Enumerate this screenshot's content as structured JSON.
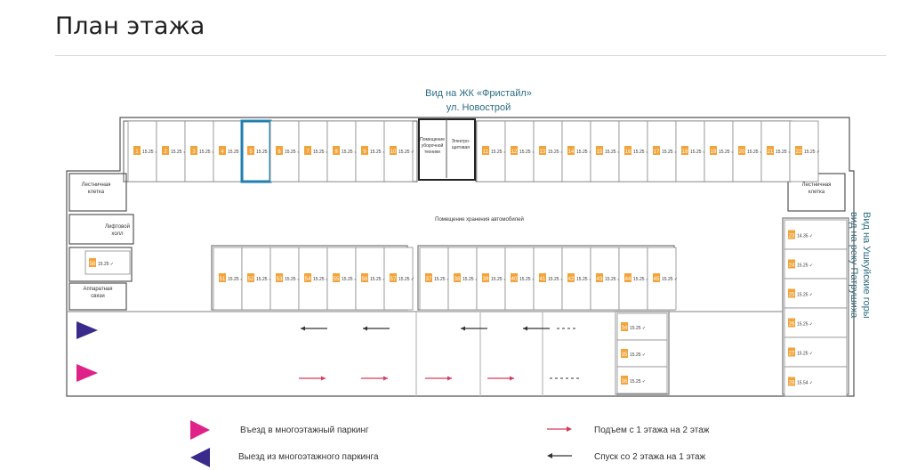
{
  "page_title": "План этажа",
  "view_top": [
    "Вид на ЖК «Фристайл»",
    "ул. Новострой"
  ],
  "view_right": [
    "Вид на Ушкуйские горы",
    "вид на реку Патрушиха"
  ],
  "rooms": {
    "stair_left": "Лестничная клетка",
    "stair_right": "Лестничная клетка",
    "lift_hall": "Лифтовой холл",
    "apparatus": "Аппаратная связи",
    "cleaning": "Помещение уборочной техники",
    "electro": "Электро-щитовая",
    "storage": "Помещение хранения автомобилей"
  },
  "spot_area": "15.25",
  "spot_area_alt": "14.35",
  "spot_area_alt2": "15.54",
  "spots_top_left": [
    "1",
    "2",
    "3",
    "4",
    "5",
    "6",
    "7",
    "8",
    "9",
    "10"
  ],
  "spots_top_right": [
    "11",
    "12",
    "13",
    "14",
    "15",
    "16",
    "17",
    "18",
    "19",
    "20",
    "21",
    "22"
  ],
  "spots_mid_left": [
    "51",
    "52",
    "53",
    "54",
    "55",
    "56",
    "57"
  ],
  "spots_mid_right": [
    "37",
    "38",
    "39",
    "40",
    "41",
    "42",
    "43",
    "44",
    "45"
  ],
  "spots_right_col": [
    "23",
    "24",
    "25",
    "26",
    "27",
    "28"
  ],
  "spots_low_right": [
    "34",
    "35",
    "36"
  ],
  "spot_left_single": "58",
  "highlighted_spot": "5",
  "legend": {
    "entry": "Въезд в многоэтажный паркинг",
    "exit": "Выезд из многоэтажного паркинга",
    "up": "Подъем с 1 этажа на 2 этаж",
    "down": "Спуск со 2 этажа на 1 этаж"
  },
  "colors": {
    "spot_label": "#f2a33a",
    "highlight": "#1f7fb0",
    "entry_arrow": "#e0218a",
    "exit_arrow": "#3a2a8c",
    "up_arrow": "#d63a5a",
    "down_arrow": "#333333",
    "view_text": "#2c6e84"
  }
}
